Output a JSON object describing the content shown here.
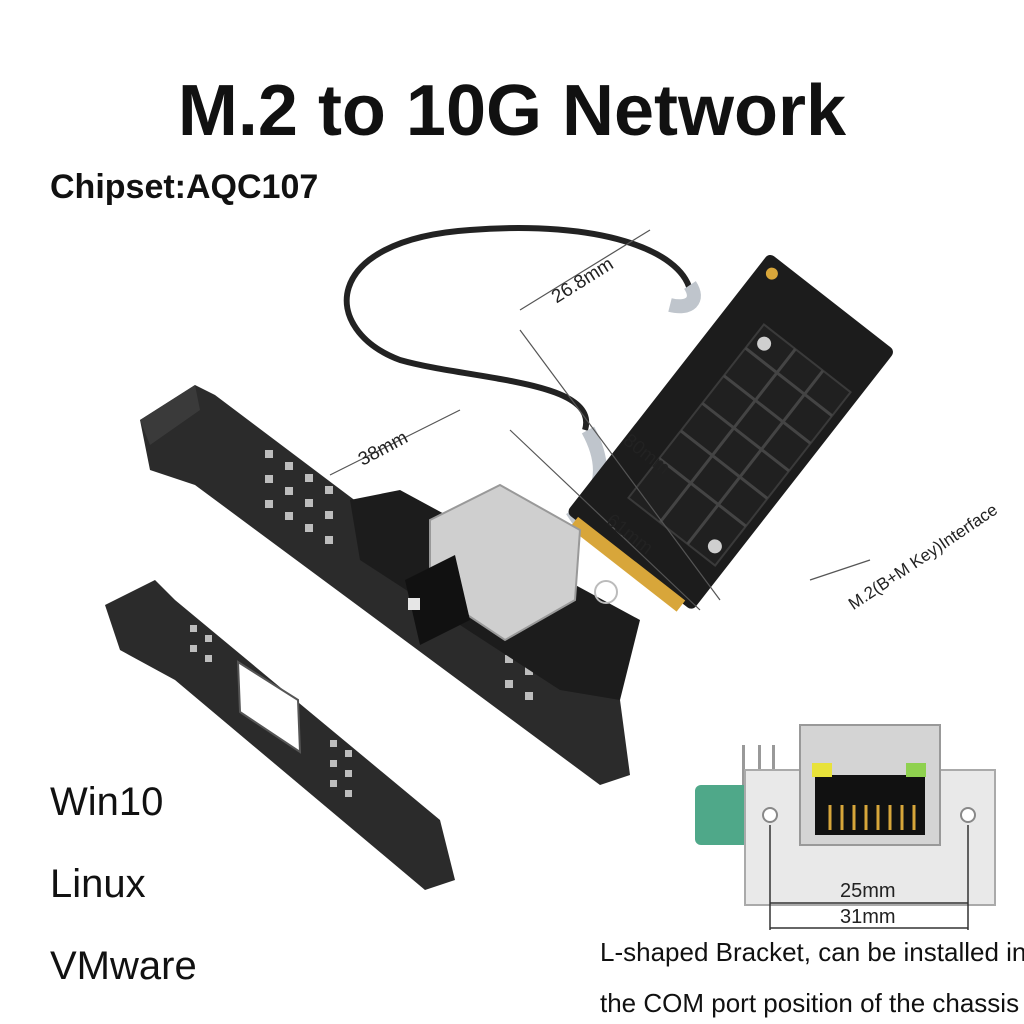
{
  "title": "M.2 to 10G Network",
  "chipset": "Chipset:AQC107",
  "os": [
    "Win10",
    "Linux",
    "VMware"
  ],
  "dimensions": {
    "m2_width": "26.8mm",
    "m2_length": "80mm",
    "cable_to_card": "38mm",
    "card_length": "61mm",
    "m2_interface": "M.2(B+M Key)Interface",
    "port_hole_inner": "25mm",
    "port_hole_outer": "31mm"
  },
  "caption": {
    "line1": "L-shaped Bracket, can be installed in",
    "line2": "the COM port position of the chassis"
  },
  "colors": {
    "bracket": "#2b2b2b",
    "pcb": "#1c1c1c",
    "heatsink": "#202020",
    "gold": "#d8a63a",
    "rj45_metal": "#cfcfcf",
    "green_pcb": "#4fa889"
  }
}
